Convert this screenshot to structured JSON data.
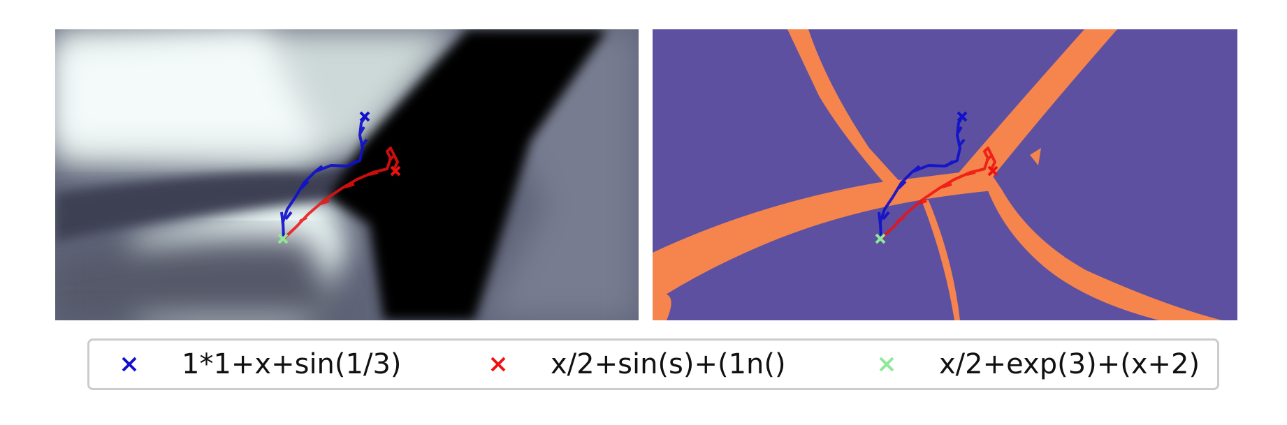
{
  "legend": {
    "entries": [
      {
        "label": "1*1+x+sin(1/3)",
        "color": "#1010cc"
      },
      {
        "label": "x/2+sin(s)+(1n()",
        "color": "#ee1111"
      },
      {
        "label": "x/2+exp(3)+(x+2)",
        "color": "#90e898"
      }
    ]
  },
  "colors": {
    "purple_region": "#5e50a0",
    "orange_region": "#f5854d",
    "trajectory_blue": "#1010cc",
    "trajectory_red": "#ee1111",
    "start_marker_green": "#90e898"
  }
}
